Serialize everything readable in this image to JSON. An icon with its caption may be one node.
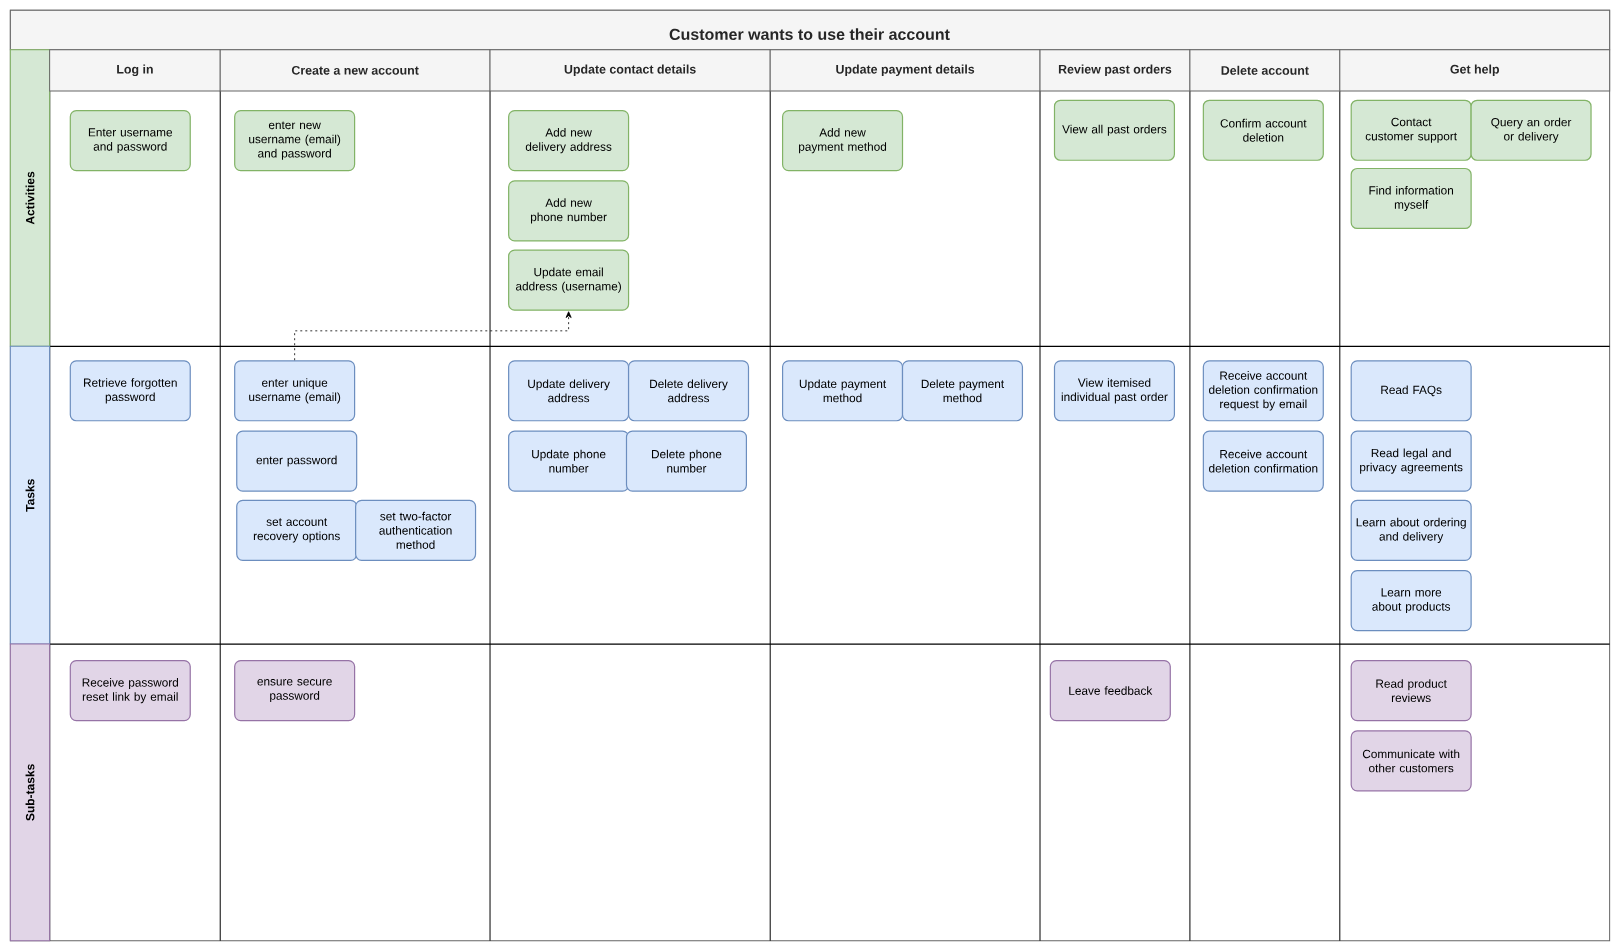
{
  "diagram": {
    "title": "Customer wants to use their account",
    "nodes": [
      {
        "text": [
          "Activities"
        ]
      },
      {
        "text": [
          "Tasks"
        ]
      },
      {
        "text": [
          "Sub-tasks"
        ]
      },
      {
        "text": [
          "Log in"
        ]
      },
      {
        "text": [
          "Create a new account"
        ]
      },
      {
        "text": [
          "Update contact details"
        ]
      },
      {
        "text": [
          "Update payment details"
        ]
      },
      {
        "text": [
          "Review past orders"
        ]
      },
      {
        "text": [
          "Delete account"
        ]
      },
      {
        "text": [
          "Get help"
        ]
      },
      {
        "text": [
          "Enter username and password"
        ]
      },
      {
        "text": [
          "enter new username (email) and password"
        ]
      },
      {
        "text": [
          "Add new delivery address"
        ]
      },
      {
        "text": [
          "Add new phone number"
        ]
      },
      {
        "text": [
          "Update email address (username)"
        ]
      },
      {
        "text": [
          "Add new payment method"
        ]
      },
      {
        "text": [
          "View all past orders"
        ]
      },
      {
        "text": [
          "Confirm account deletion"
        ]
      },
      {
        "text": [
          "Contact customer support"
        ]
      },
      {
        "text": [
          "Query an order or delivery"
        ]
      },
      {
        "text": [
          "Find information myself"
        ]
      },
      {
        "text": [
          "Retrieve forgotten password"
        ]
      },
      {
        "text": [
          "enter unique username (email)"
        ]
      },
      {
        "text": [
          "enter password"
        ]
      },
      {
        "text": [
          "set account recovery options"
        ]
      },
      {
        "text": [
          "set two-factor authentication method"
        ]
      },
      {
        "text": [
          "Update delivery address"
        ]
      },
      {
        "text": [
          "Delete delivery address"
        ]
      },
      {
        "text": [
          "Update phone number"
        ]
      },
      {
        "text": [
          "Delete phone number"
        ]
      },
      {
        "text": [
          "Update payment method"
        ]
      },
      {
        "text": [
          "Delete payment method"
        ]
      },
      {
        "text": [
          "View itemised individual past order"
        ]
      },
      {
        "text": [
          "Receive account deletion confirmation request by email"
        ]
      },
      {
        "text": [
          "Receive account deletion confirmation"
        ]
      },
      {
        "text": [
          "Read FAQs"
        ]
      },
      {
        "text": [
          "Read legal and privacy agreements"
        ]
      },
      {
        "text": [
          "Learn about ordering and delivery"
        ]
      },
      {
        "text": [
          "Learn more about products"
        ]
      },
      {
        "text": [
          "Receive password reset link by email"
        ]
      },
      {
        "text": [
          "ensure secure password"
        ]
      },
      {
        "text": [
          "Leave feedback"
        ]
      },
      {
        "text": [
          "Read product reviews"
        ]
      },
      {
        "text": [
          "Communicate with other customers"
        ]
      }
    ],
    "edges": [
      {
        "from": 22,
        "to": 14,
        "arrow": "to",
        "style": "dashed"
      }
    ]
  }
}
